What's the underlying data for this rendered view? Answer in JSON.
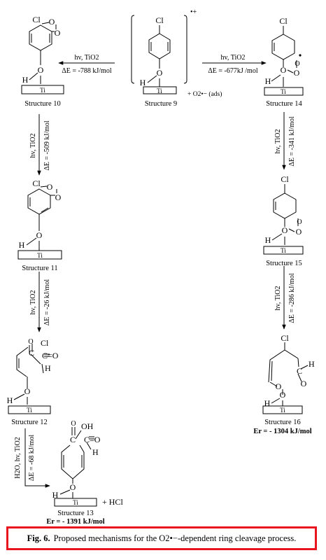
{
  "structures": {
    "s9": {
      "label": "Structure 9"
    },
    "s10": {
      "label": "Structure 10"
    },
    "s11": {
      "label": "Structure 11"
    },
    "s12": {
      "label": "Structure 12"
    },
    "s13": {
      "label": "Structure 13",
      "energy": "Er = - 1391 kJ/mol"
    },
    "s14": {
      "label": "Structure 14"
    },
    "s15": {
      "label": "Structure 15"
    },
    "s16": {
      "label": "Structure 16",
      "energy": "Er = - 1304 kJ/mol"
    }
  },
  "atoms": {
    "cl": "Cl",
    "o": "O",
    "h": "H",
    "oh": "OH",
    "ti": "Ti",
    "c": "C",
    "co": "C=O"
  },
  "radical_cation": "•+",
  "superoxide": "+ O2•− (ads)",
  "hcl": "+ HCl",
  "arrows": {
    "to_s10": {
      "cond": "hv, TiO2",
      "energy": "ΔE = -788 kJ/mol"
    },
    "to_s14": {
      "cond": "hv, TiO2",
      "energy": "ΔE = -677kJ /mol"
    },
    "s10_s11": {
      "cond": "hv, TiO2",
      "energy": "ΔE = -509 kJ/mol"
    },
    "s11_s12": {
      "cond": "hv, TiO2",
      "energy": "ΔE = -26 kJ/mol"
    },
    "s12_s13": {
      "cond": "H2O, hv, TiO2",
      "energy": "ΔE = -68 kJ/mol"
    },
    "s14_s15": {
      "cond": "hv, TiO2",
      "energy": "ΔE = -341 kJ/mol"
    },
    "s15_s16": {
      "cond": "hv, TiO2",
      "energy": "ΔE = -286 kJ/mol"
    }
  },
  "caption": {
    "label": "Fig. 6.",
    "text": "Proposed mechanisms for the O2•−-dependent ring cleavage process."
  }
}
